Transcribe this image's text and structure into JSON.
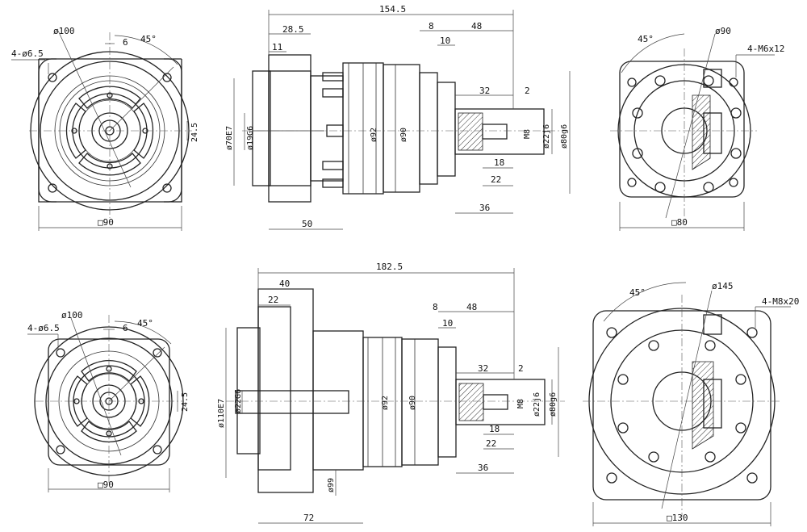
{
  "top": {
    "front": {
      "d100": "ø100",
      "six": "6",
      "a45": "45°",
      "holes": "4-ø6.5",
      "h245": "24.5",
      "sq": "□90"
    },
    "side": {
      "len": "154.5",
      "l285": "28.5",
      "l11": "11",
      "l8": "8",
      "l48": "48",
      "l10": "10",
      "l32": "32",
      "l2": "2",
      "l18": "18",
      "l22": "22",
      "l36": "36",
      "l50": "50",
      "d70": "ø70E7",
      "d19": "ø19G6",
      "d92": "ø92",
      "d90": "ø90",
      "m8": "M8",
      "d22": "ø22j6",
      "d80": "ø80g6"
    },
    "rear": {
      "a45": "45°",
      "d90": "ø90",
      "holes": "4-M6x12",
      "sq": "□80"
    }
  },
  "bottom": {
    "front": {
      "d100": "ø100",
      "six": "6",
      "a45": "45°",
      "holes": "4-ø6.5",
      "h245": "24.5",
      "sq": "□90"
    },
    "side": {
      "len": "182.5",
      "l40": "40",
      "l22a": "22",
      "l8": "8",
      "l48": "48",
      "l10": "10",
      "l32": "32",
      "l2": "2",
      "l18": "18",
      "l22": "22",
      "l36": "36",
      "l72": "72",
      "d110": "ø110E7",
      "d22g": "ø22G6",
      "d92": "ø92",
      "d90": "ø90",
      "d99": "ø99",
      "m8": "M8",
      "d22": "ø22j6",
      "d80": "ø80g6"
    },
    "rear": {
      "a45": "45°",
      "d145": "ø145",
      "holes": "4-M8x20",
      "sq": "□130"
    }
  }
}
